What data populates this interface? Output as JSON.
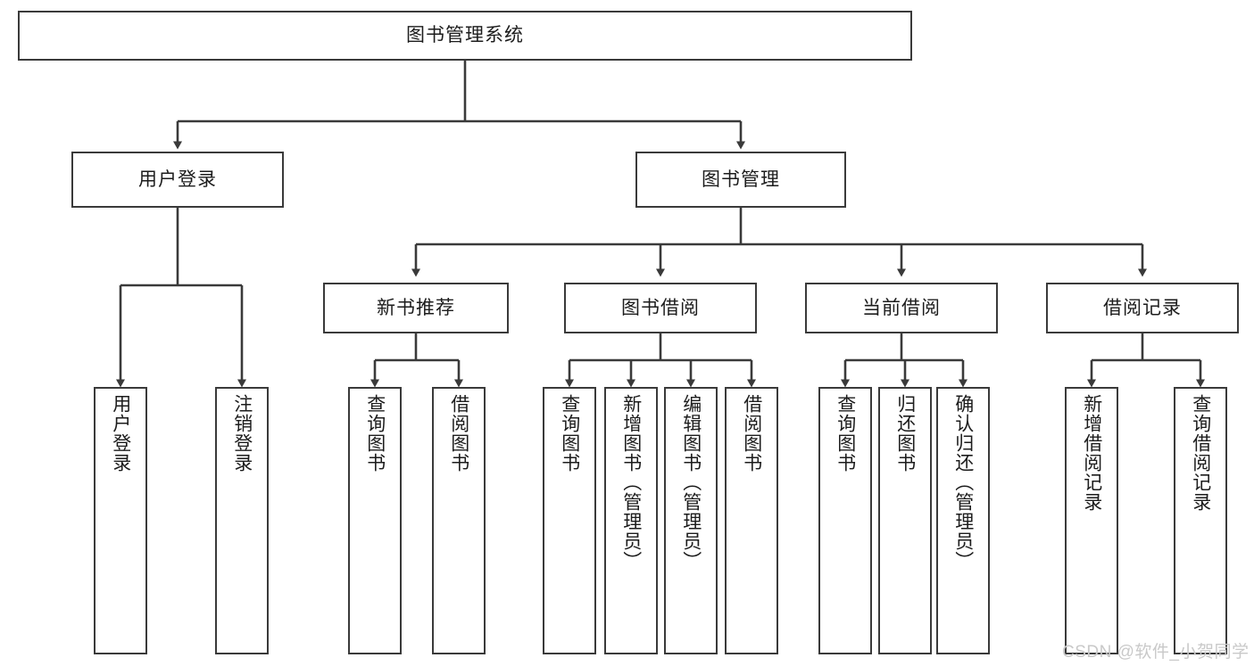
{
  "diagram": {
    "type": "tree",
    "title": "图书管理系统",
    "colors": {
      "box_border": "#3a3a3a",
      "box_fill": "#ffffff",
      "connector": "#3a3a3a",
      "text": "#1c1c1c",
      "watermark": "#c9c9c9",
      "background": "#ffffff"
    },
    "root": {
      "label": "图书管理系统"
    },
    "level2": [
      {
        "id": "user-login",
        "label": "用户登录"
      },
      {
        "id": "book-manage",
        "label": "图书管理"
      }
    ],
    "level3": [
      {
        "id": "new-book-rec",
        "label": "新书推荐"
      },
      {
        "id": "book-borrow",
        "label": "图书借阅"
      },
      {
        "id": "current-borrow",
        "label": "当前借阅"
      },
      {
        "id": "borrow-record",
        "label": "借阅记录"
      }
    ],
    "leaves": {
      "user_login": [
        {
          "id": "leaf-user-login",
          "label": "用户登录"
        },
        {
          "id": "leaf-logout",
          "label": "注销登录"
        }
      ],
      "new_book_rec": [
        {
          "id": "leaf-query-book-1",
          "label": "查询图书"
        },
        {
          "id": "leaf-borrow-book-1",
          "label": "借阅图书"
        }
      ],
      "book_borrow": [
        {
          "id": "leaf-query-book-2",
          "label": "查询图书"
        },
        {
          "id": "leaf-add-book",
          "label": "新增图书（管理员）"
        },
        {
          "id": "leaf-edit-book",
          "label": "编辑图书（管理员）"
        },
        {
          "id": "leaf-borrow-book-2",
          "label": "借阅图书"
        }
      ],
      "current_borrow": [
        {
          "id": "leaf-query-book-3",
          "label": "查询图书"
        },
        {
          "id": "leaf-return-book",
          "label": "归还图书"
        },
        {
          "id": "leaf-confirm-return",
          "label": "确认归还（管理员）"
        }
      ],
      "borrow_record": [
        {
          "id": "leaf-add-record",
          "label": "新增借阅记录"
        },
        {
          "id": "leaf-query-record",
          "label": "查询借阅记录"
        }
      ]
    }
  },
  "watermark": {
    "text": "CSDN @软件_小贺同学"
  }
}
